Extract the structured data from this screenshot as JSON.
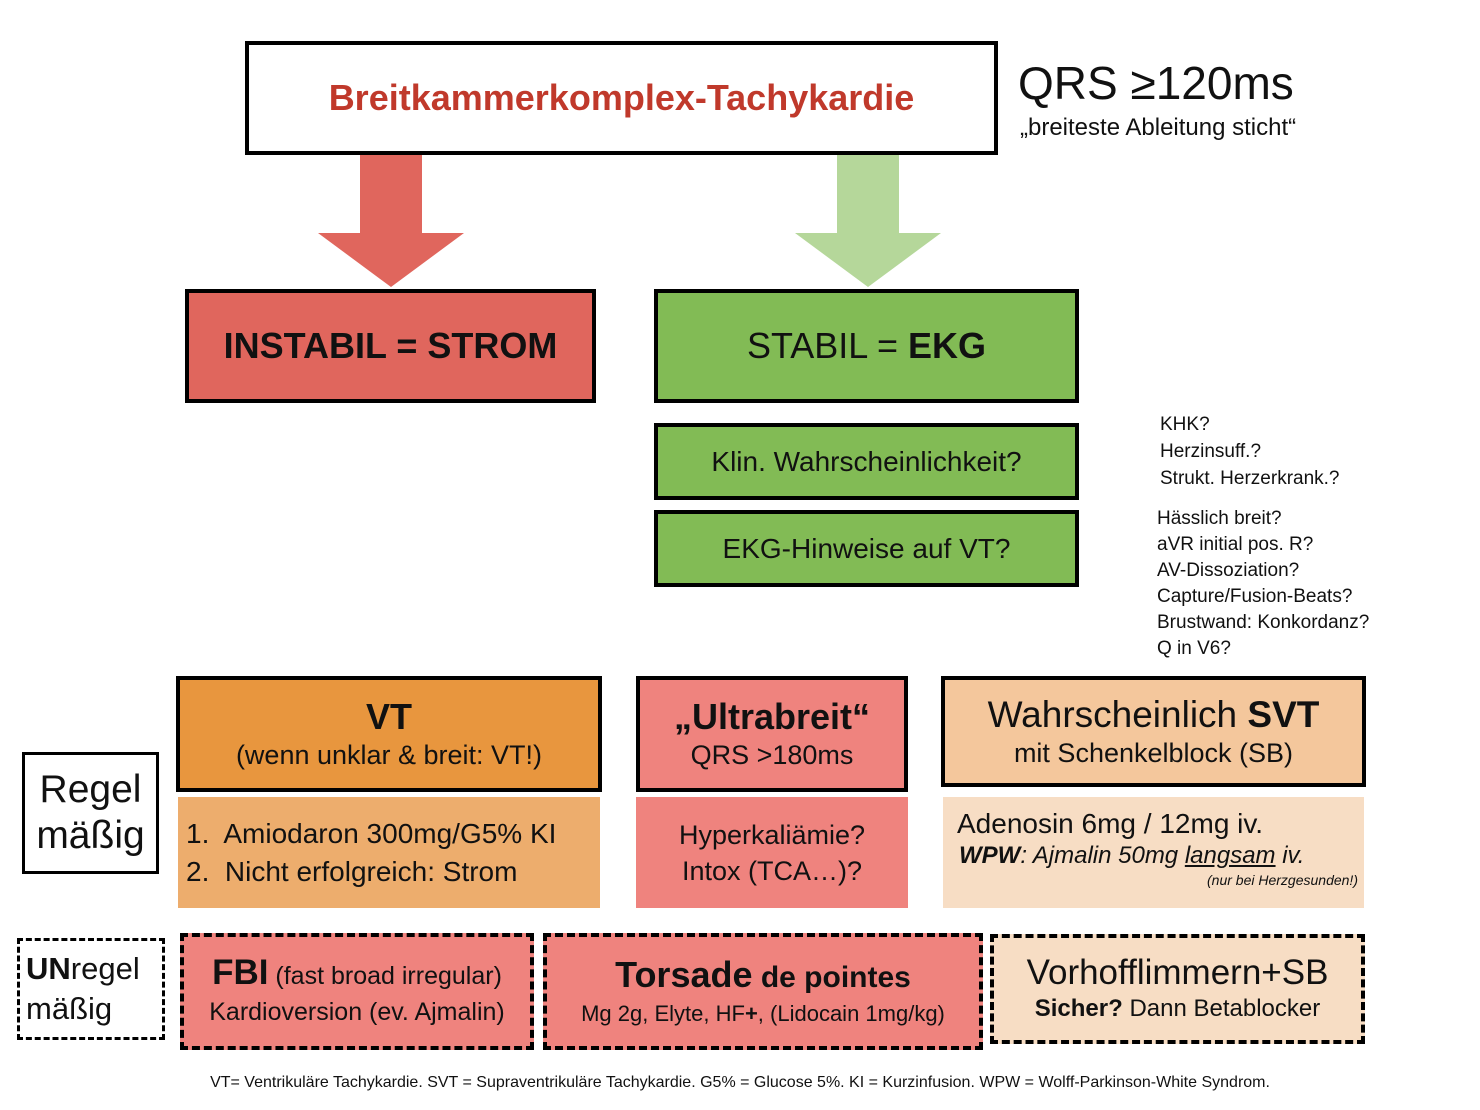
{
  "title": {
    "text": "Breitkammerkomplex-Tachykardie",
    "color": "#c0392b"
  },
  "criterion": {
    "main": "QRS ≥120ms",
    "sub": "„breiteste Ableitung sticht“"
  },
  "arrows": {
    "left": {
      "icon": "arrow-down-icon",
      "color": "#e0665d"
    },
    "right": {
      "icon": "arrow-down-icon",
      "color": "#b5d79a"
    }
  },
  "instabil": {
    "text": "INSTABIL = STROM",
    "color": "#e0665d"
  },
  "stabil": {
    "prefix": "STABIL = ",
    "bold": "EKG",
    "color": "#82bb55",
    "questions": [
      "Klin. Wahrscheinlichkeit?",
      "EKG-Hinweise auf VT?"
    ]
  },
  "side_notes": {
    "clinical": [
      "KHK?",
      "Herzinsuff.?",
      "Strukt. Herzerkrank.?"
    ],
    "ecg": [
      "Hässlich breit?",
      "aVR initial pos. R?",
      "AV-Dissoziation?",
      "Capture/Fusion-Beats?",
      "Brustwand: Konkordanz?",
      "Q in V6?"
    ]
  },
  "regular": {
    "label_line1": "Regel",
    "label_line2": "mäßig",
    "vt": {
      "title": "VT",
      "sub": "(wenn unklar & breit: VT!)",
      "color": "#e8963e",
      "treatment": [
        "1.  Amiodaron 300mg/G5% KI",
        "2.  Nicht erfolgreich: Strom"
      ],
      "treatment_color": "#edad6d"
    },
    "ultrabreit": {
      "title": "„Ultrabreit“",
      "sub": "QRS >180ms",
      "color": "#ef837e",
      "causes": [
        "Hyperkaliämie?",
        "Intox (TCA…)?"
      ]
    },
    "svt": {
      "title_prefix": "Wahrscheinlich ",
      "title_bold": "SVT",
      "sub": "mit Schenkelblock (SB)",
      "color": "#f4c79c",
      "treatment_line1": "Adenosin 6mg / 12mg iv.",
      "wpw_label": "WPW",
      "wpw_text_a": ": Ajmalin 50mg ",
      "wpw_underlined": "langsam",
      "wpw_text_b": " iv.",
      "note": "(nur bei Herzgesunden!)",
      "treatment_color": "#f7ddc4"
    }
  },
  "irregular": {
    "label_bold": "UN",
    "label_rest": "regel",
    "label_line2": "mäßig",
    "fbi": {
      "title_bold": "FBI",
      "title_rest": " (fast broad irregular)",
      "sub": "Kardioversion (ev. Ajmalin)"
    },
    "torsade": {
      "title_big": "Torsade",
      "title_small": " de pointes",
      "sub_a": "Mg 2g, Elyte, HF",
      "sub_plus": "+",
      "sub_b": ", (Lidocain 1mg/kg)"
    },
    "vhf": {
      "title": "Vorhofflimmern+SB",
      "sub_bold": "Sicher?",
      "sub_rest": " Dann Betablocker"
    }
  },
  "footer": "VT= Ventrikuläre Tachykardie. SVT = Supraventrikuläre Tachykardie. G5% = Glucose 5%. KI = Kurzinfusion. WPW = Wolff-Parkinson-White Syndrom."
}
